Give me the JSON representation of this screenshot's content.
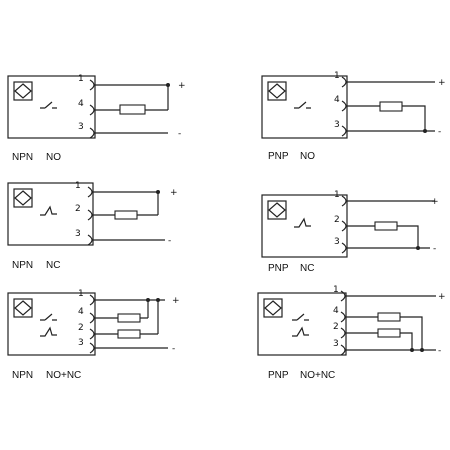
{
  "diagrams": [
    {
      "type": "NPN",
      "mode": "NO",
      "pins": [
        "1",
        "4",
        "3"
      ],
      "polarity": [
        "+",
        "-"
      ]
    },
    {
      "type": "PNP",
      "mode": "NO",
      "pins": [
        "1",
        "4",
        "3"
      ],
      "polarity": [
        "+",
        "-"
      ]
    },
    {
      "type": "NPN",
      "mode": "NC",
      "pins": [
        "1",
        "2",
        "3"
      ],
      "polarity": [
        "+",
        "-"
      ]
    },
    {
      "type": "PNP",
      "mode": "NC",
      "pins": [
        "1",
        "2",
        "3"
      ],
      "polarity": [
        "+",
        "-"
      ]
    },
    {
      "type": "NPN",
      "mode": "NO+NC",
      "pins": [
        "1",
        "4",
        "2",
        "3"
      ],
      "polarity": [
        "+",
        "-"
      ]
    },
    {
      "type": "PNP",
      "mode": "NO+NC",
      "pins": [
        "1",
        "4",
        "2",
        "3"
      ],
      "polarity": [
        "+",
        "-"
      ]
    }
  ]
}
